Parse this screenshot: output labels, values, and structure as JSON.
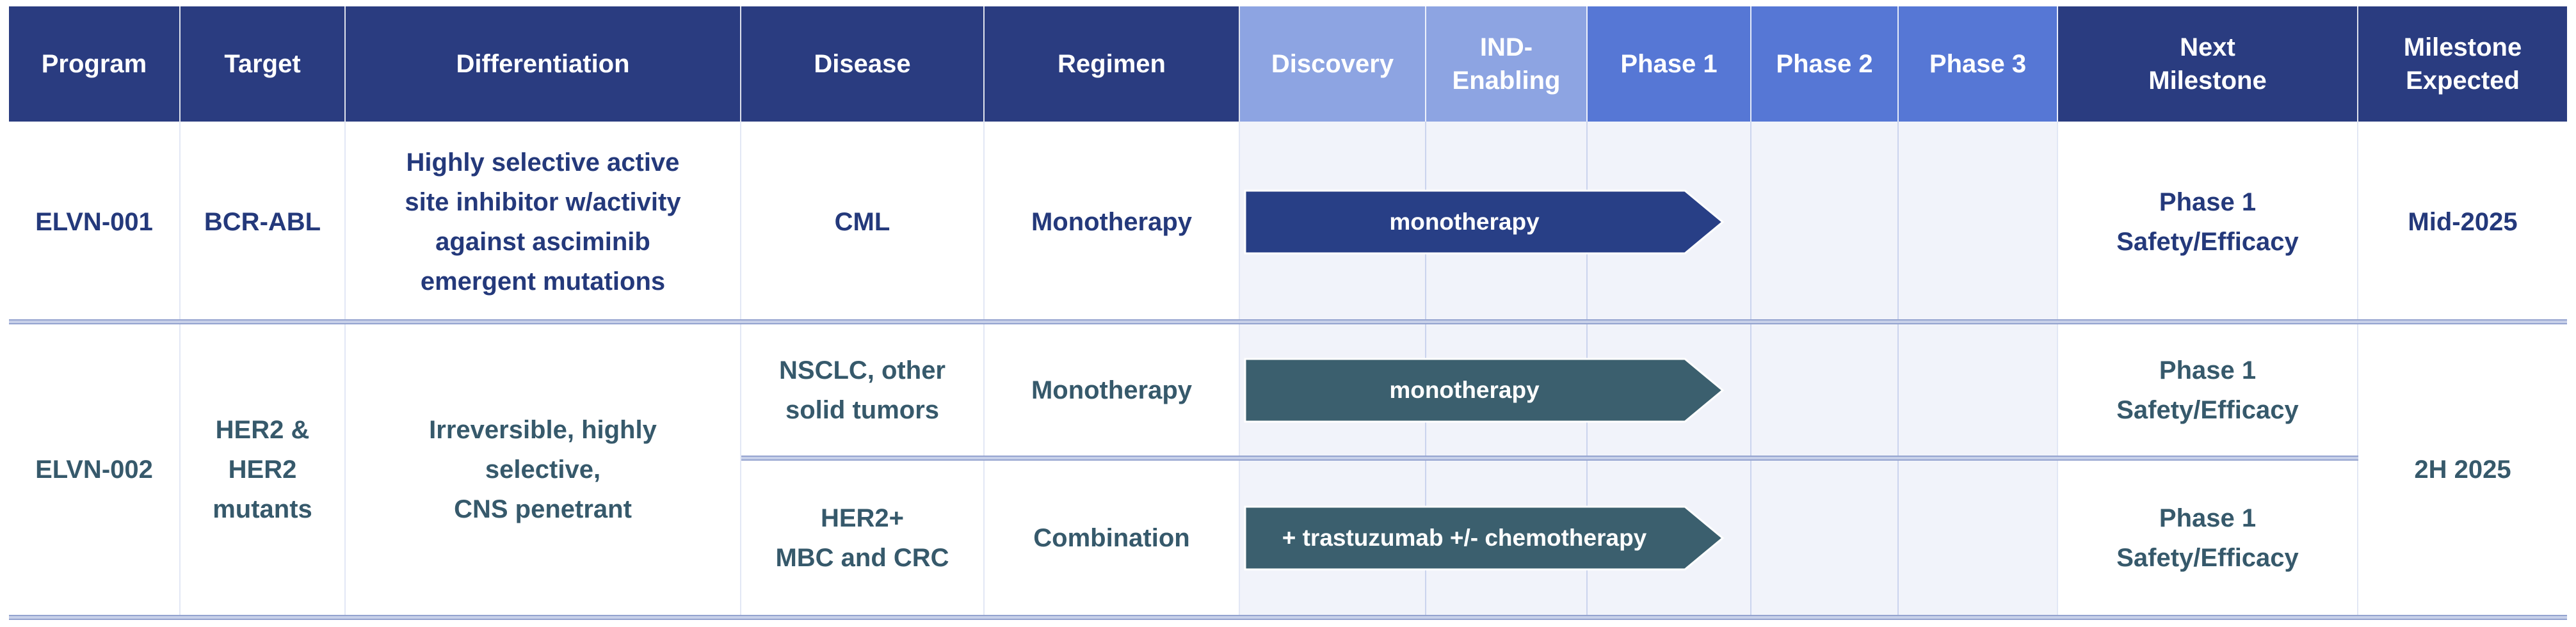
{
  "header": {
    "cells": [
      {
        "label": "Program"
      },
      {
        "label": "Target"
      },
      {
        "label": "Differentiation"
      },
      {
        "label": "Disease"
      },
      {
        "label": "Regimen"
      },
      {
        "label": "Discovery"
      },
      {
        "label": "IND-\nEnabling"
      },
      {
        "label": "Phase 1"
      },
      {
        "label": "Phase 2"
      },
      {
        "label": "Phase 3"
      },
      {
        "label": "Next\nMilestone"
      },
      {
        "label": "Milestone\nExpected"
      }
    ]
  },
  "rows": {
    "elvn001": {
      "program": "ELVN-001",
      "target": "BCR-ABL",
      "differentiation": "Highly selective active\nsite inhibitor w/activity\nagainst asciminib\nemergent mutations",
      "disease": "CML",
      "regimen": "Monotherapy",
      "arrow": {
        "label": "monotherapy",
        "from": "Discovery",
        "to": "Phase 1"
      },
      "next_milestone": "Phase 1\nSafety/Efficacy",
      "milestone_expected": "Mid-2025"
    },
    "elvn002": {
      "program": "ELVN-002",
      "target": "HER2 &\nHER2\nmutants",
      "differentiation": "Irreversible, highly\nselective,\nCNS penetrant",
      "milestone_expected": "2H 2025",
      "sub1": {
        "disease": "NSCLC, other\nsolid tumors",
        "regimen": "Monotherapy",
        "arrow": {
          "label": "monotherapy",
          "from": "Discovery",
          "to": "Phase 1"
        },
        "next_milestone": "Phase 1\nSafety/Efficacy"
      },
      "sub2": {
        "disease": "HER2+\nMBC and CRC",
        "regimen": "Combination",
        "arrow": {
          "label": "+ trastuzumab +/- chemotherapy",
          "from": "Discovery",
          "to": "Phase 1"
        },
        "next_milestone": "Phase 1\nSafety/Efficacy"
      }
    }
  },
  "colors": {
    "header_navy": "#2A3C80",
    "phase_early": "#8DA4E2",
    "phase_clinical": "#5677D5",
    "arrow_navy": "#283F86",
    "arrow_teal": "#3B5F6E",
    "text_navy": "#24397B",
    "text_teal": "#36596B",
    "lane_bg": "#F1F3FA",
    "grid_line": "#CBD4EE",
    "grid_line_light": "#E2E7F5",
    "divider": "#94A3CF",
    "divider_core": "#C7D0E9"
  }
}
